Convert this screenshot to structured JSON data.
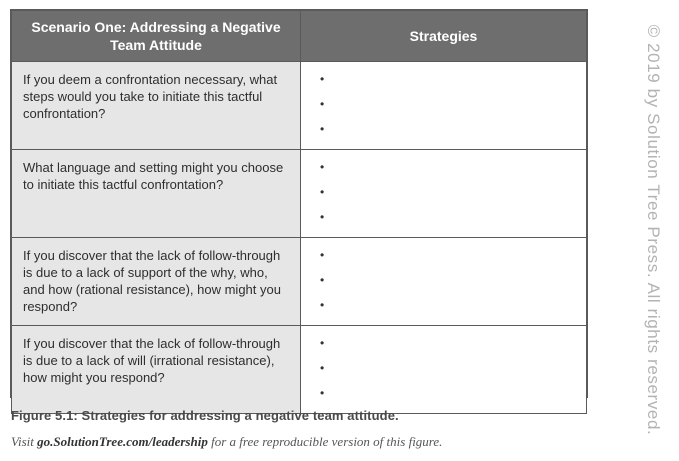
{
  "table": {
    "headers": [
      "Scenario One: Addressing a Negative Team Attitude",
      "Strategies"
    ],
    "rows": [
      {
        "question": "If you deem a confrontation necessary, what steps would you take to initiate this tactful confrontation?",
        "bullets": [
          "•",
          "•",
          "•"
        ]
      },
      {
        "question": "What language and setting might you choose to initiate this tactful confrontation?",
        "bullets": [
          "•",
          "•",
          "•"
        ]
      },
      {
        "question": "If you discover that the lack of follow-through is due to a lack of support of the why, who, and how (rational resistance), how might you respond?",
        "bullets": [
          "•",
          "•",
          "•"
        ]
      },
      {
        "question": "If you discover that the lack of follow-through is due to a lack of will (irrational resistance), how might you respond?",
        "bullets": [
          "•",
          "•",
          "•"
        ]
      }
    ]
  },
  "caption": "Figure 5.1: Strategies for addressing a negative team attitude.",
  "visit": {
    "prefix": "Visit ",
    "link": "go.SolutionTree.com/leadership",
    "suffix": " for a free reproducible version of this figure."
  },
  "copyright": "© 2019 by Solution Tree Press. All rights reserved.",
  "colors": {
    "header_bg": "#6e6e6e",
    "question_bg": "#e6e6e6",
    "border": "#5a5a5a"
  }
}
